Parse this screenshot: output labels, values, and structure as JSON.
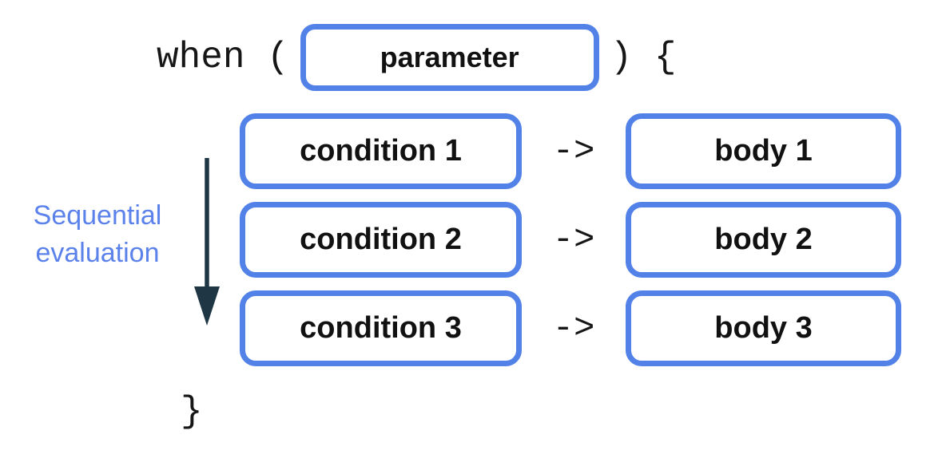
{
  "code": {
    "when_open": "when (",
    "close_paren_open_brace": ") {",
    "arrow_token": "->",
    "closing_brace": "}"
  },
  "parameter_box": {
    "label": "parameter"
  },
  "rows": [
    {
      "condition": "condition 1",
      "body": "body 1"
    },
    {
      "condition": "condition 2",
      "body": "body 2"
    },
    {
      "condition": "condition 3",
      "body": "body 3"
    }
  ],
  "side_label": {
    "text": "Sequential evaluation"
  },
  "colors": {
    "box_border_blue": "#5282e8",
    "side_label_blue": "#5b82eb",
    "arrow_dark": "#1f3644",
    "text_black": "#161616",
    "background": "#ffffff"
  }
}
